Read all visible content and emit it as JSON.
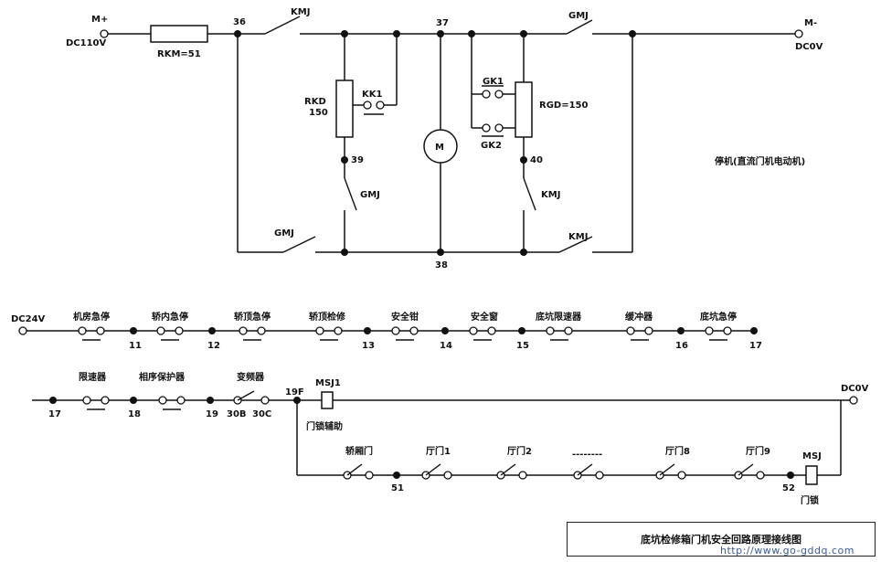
{
  "diagram": {
    "title": "底坑检修箱门机安全回路原理接线图",
    "watermark": "http://www.go-gddq.com",
    "motor_circuit": {
      "supply_pos_name": "M+",
      "supply_pos_voltage": "DC110V",
      "supply_neg_name": "M-",
      "supply_neg_voltage": "DC0V",
      "resistor_main": "RKM=51",
      "resistor_open_name": "RKD",
      "resistor_open_value": "150",
      "resistor_close": "RGD=150",
      "motor": "M",
      "contacts": {
        "kmj_top": "KMJ",
        "gmj_top": "GMJ",
        "kk1": "KK1",
        "gk1": "GK1",
        "gk2": "GK2",
        "gmj_left": "GMJ",
        "kmj_right": "KMJ",
        "gmj_bottom": "GMJ",
        "kmj_bottom": "KMJ"
      },
      "nodes": {
        "n36": "36",
        "n37": "37",
        "n38": "38",
        "n39": "39",
        "n40": "40"
      },
      "caption": "停机(直流门机电动机)"
    },
    "safety_row1": {
      "supply": "DC24V",
      "switches": [
        "机房急停",
        "轿内急停",
        "轿顶急停",
        "轿顶检修",
        "安全钳",
        "安全窗",
        "底坑限速器",
        "缓冲器",
        "底坑急停"
      ],
      "nodes": [
        "11",
        "12",
        "13",
        "14",
        "15",
        "16",
        "17"
      ]
    },
    "safety_row2": {
      "switches": [
        "限速器",
        "相序保护器",
        "变频器"
      ],
      "nodes": [
        "17",
        "18",
        "19",
        "30B",
        "30C",
        "19F"
      ],
      "relay_aux": "MSJ1",
      "relay_aux_label": "门锁辅助",
      "supply_end": "DC0V"
    },
    "door_lock_row": {
      "switches": [
        "轿厢门",
        "厅门1",
        "厅门2",
        "--------",
        "厅门8",
        "厅门9"
      ],
      "nodes": [
        "51",
        "52"
      ],
      "relay": "MSJ",
      "relay_label": "门锁"
    }
  }
}
